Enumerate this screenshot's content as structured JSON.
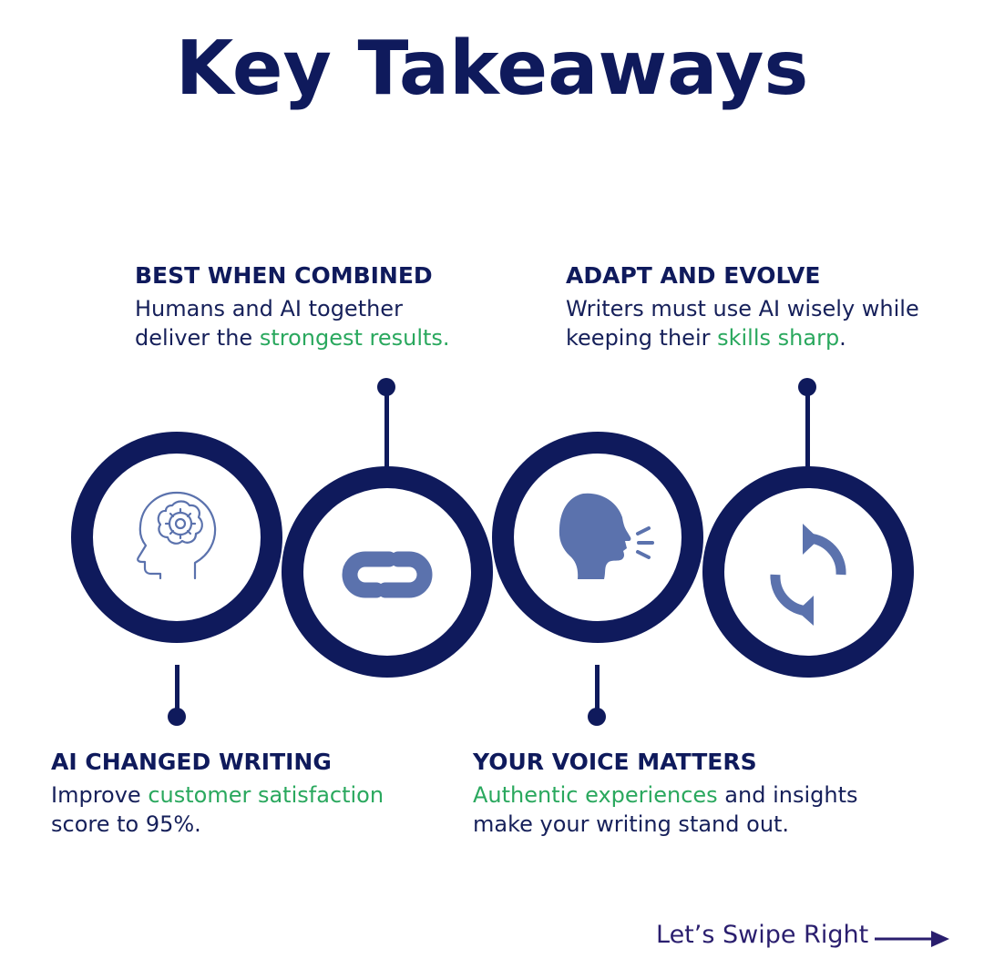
{
  "title": "Key Takeaways",
  "takeaways": [
    {
      "heading": "AI CHANGED WRITING",
      "line1": [
        "Improve ",
        "customer satisfaction",
        ""
      ],
      "line2": [
        "score to 95%.",
        "",
        ""
      ],
      "icon": "head-gears-icon"
    },
    {
      "heading": "BEST WHEN COMBINED",
      "line1": [
        "Humans and AI together",
        "",
        ""
      ],
      "line2": [
        "deliver the ",
        "strongest results.",
        ""
      ],
      "icon": "link-icon"
    },
    {
      "heading": "YOUR VOICE MATTERS",
      "line1": [
        "",
        "Authentic experiences",
        " and insights"
      ],
      "line2": [
        "make your writing stand out.",
        "",
        ""
      ],
      "icon": "speaking-head-icon"
    },
    {
      "heading": "ADAPT AND EVOLVE",
      "line1": [
        "Writers must use AI wisely while",
        "",
        ""
      ],
      "line2": [
        "keeping their ",
        "skills sharp",
        "."
      ],
      "icon": "refresh-arrows-icon"
    }
  ],
  "footer": {
    "swipe_label": "Let’s Swipe Right",
    "arrow_icon": "arrow-right-icon"
  },
  "colors": {
    "navy": "#0f1a5c",
    "green": "#2aa85e",
    "icon": "#5b72ad"
  }
}
